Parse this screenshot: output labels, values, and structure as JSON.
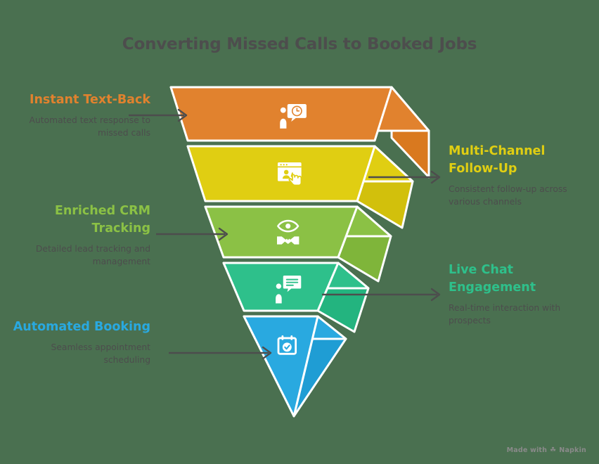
{
  "title": "Converting Missed Calls to Booked Jobs",
  "background_color": "#4a7050",
  "heading_text_color": "#4d4d4d",
  "body_text_color": "#4d4d4d",
  "arrow_color": "#4d4d4d",
  "icon_color": "#ffffff",
  "watermark": {
    "text": "Made with",
    "brand": "Napkin",
    "glyph": "☘"
  },
  "chart_data": {
    "type": "funnel",
    "title": "Converting Missed Calls to Booked Jobs",
    "orientation": "inverted-vertical",
    "style": "3d-isometric",
    "stage_count": 5,
    "stages": [
      {
        "index": 1,
        "label": "Instant Text-Back",
        "description": "Automated text response to missed calls",
        "color": "#e1822e",
        "side_color": "#d9791f",
        "icon": "person-speech-bubble-clock-icon",
        "label_side": "left"
      },
      {
        "index": 2,
        "label": "Multi-Channel Follow-Up",
        "description": "Consistent follow-up across various channels",
        "color": "#e0ce12",
        "side_color": "#d2c00c",
        "icon": "browser-window-contact-click-icon",
        "label_side": "right"
      },
      {
        "index": 3,
        "label": "Enriched CRM Tracking",
        "description": "Detailed lead tracking and management",
        "color": "#8bc145",
        "side_color": "#7fb53a",
        "icon": "eye-handshake-icon",
        "label_side": "left"
      },
      {
        "index": 4,
        "label": "Live Chat Engagement",
        "description": "Real-time interaction with prospects",
        "color": "#2ec08b",
        "side_color": "#23b47f",
        "icon": "person-chat-message-icon",
        "label_side": "right"
      },
      {
        "index": 5,
        "label": "Automated Booking",
        "description": "Seamless appointment scheduling",
        "color": "#29a9e0",
        "side_color": "#1f9dd4",
        "icon": "calendar-check-icon",
        "label_side": "left"
      }
    ]
  }
}
